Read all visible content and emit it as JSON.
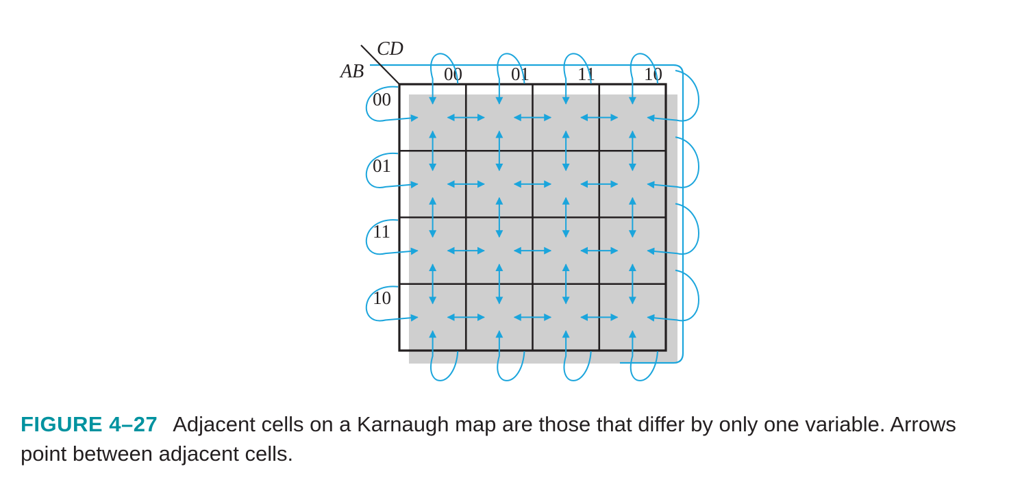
{
  "map": {
    "row_variables": "AB",
    "column_variables": "CD",
    "column_codes": [
      "00",
      "01",
      "11",
      "10"
    ],
    "row_codes": [
      "00",
      "01",
      "11",
      "10"
    ]
  },
  "caption": {
    "label": "FIGURE 4–27",
    "text": "Adjacent cells on a Karnaugh map are those that differ by only one variable. Arrows point between adjacent cells."
  },
  "colors": {
    "arrow": "#1ba5dc",
    "grid": "#231f20",
    "shadow": "#cfcfcf",
    "caption_label": "#00929f"
  }
}
